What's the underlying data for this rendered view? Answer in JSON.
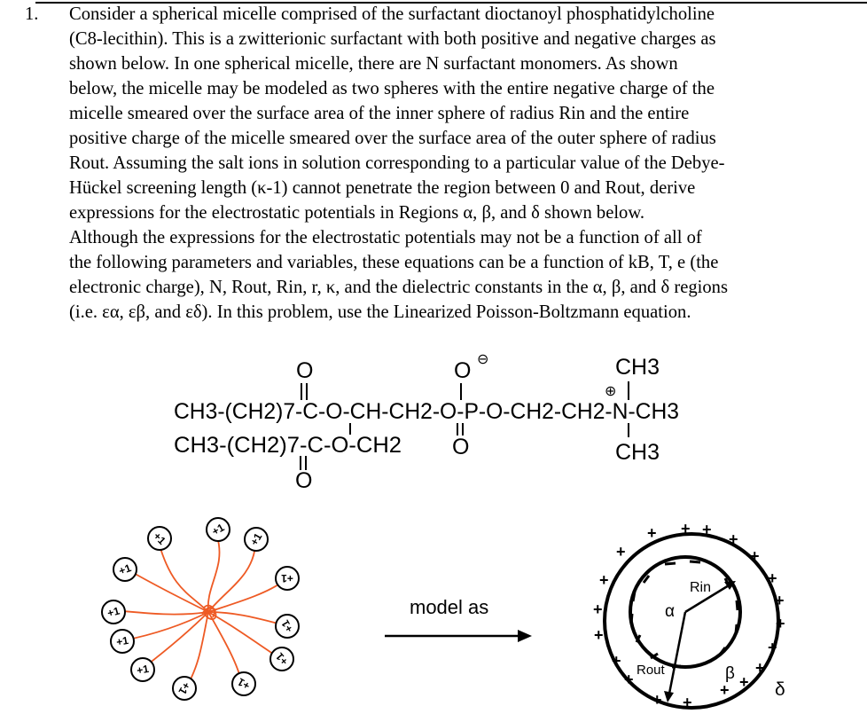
{
  "problem": {
    "number": "1.",
    "lines": [
      "Consider a spherical micelle comprised of the surfactant dioctanoyl phosphatidylcholine",
      "(C8-lecithin).  This is a zwitterionic surfactant with both positive and negative charges as",
      "shown below.  In one spherical micelle, there are N surfactant monomers.  As shown",
      "below, the micelle may be modeled as two spheres with the entire negative charge of the",
      "micelle smeared over the surface area of the inner sphere of radius Rin and the entire",
      "positive charge of the micelle smeared over the surface area of the outer sphere of radius",
      "Rout.  Assuming the salt ions in solution corresponding to a particular value of the Debye-",
      "Hückel screening length (κ-1) cannot penetrate the region between 0 and Rout, derive",
      "expressions for the electrostatic potentials in Regions α, β, and δ shown below.",
      "Although the expressions for the electrostatic potentials may not be a function of all of",
      "the following parameters and variables, these equations can be a function of kB, T, e (the",
      "electronic charge), N, Rout, Rin, r, κ, and the dielectric constants in the α, β, and δ regions",
      "(i.e. εα, εβ, and εδ).  In this problem, use the Linearized Poisson-Boltzmann equation."
    ]
  },
  "structure": {
    "chain_line1": "CH3-(CH2)7-C-O-CH-CH2-O-P-O-CH2-CH2-N-CH3",
    "chain_line2": "CH3-(CH2)7-C-O-CH2",
    "oxygen": "O",
    "methyl": "CH3",
    "minus": "⊖",
    "plus": "⊕"
  },
  "micelle_model": {
    "arrow_label": "model as",
    "charge_label": "+1",
    "region_inner": "α",
    "region_shell": "β",
    "region_outer": "δ",
    "radius_inner": "Rin",
    "radius_outer": "Rout"
  },
  "colors": {
    "tail": "#ee5a24",
    "ink": "#000000"
  }
}
